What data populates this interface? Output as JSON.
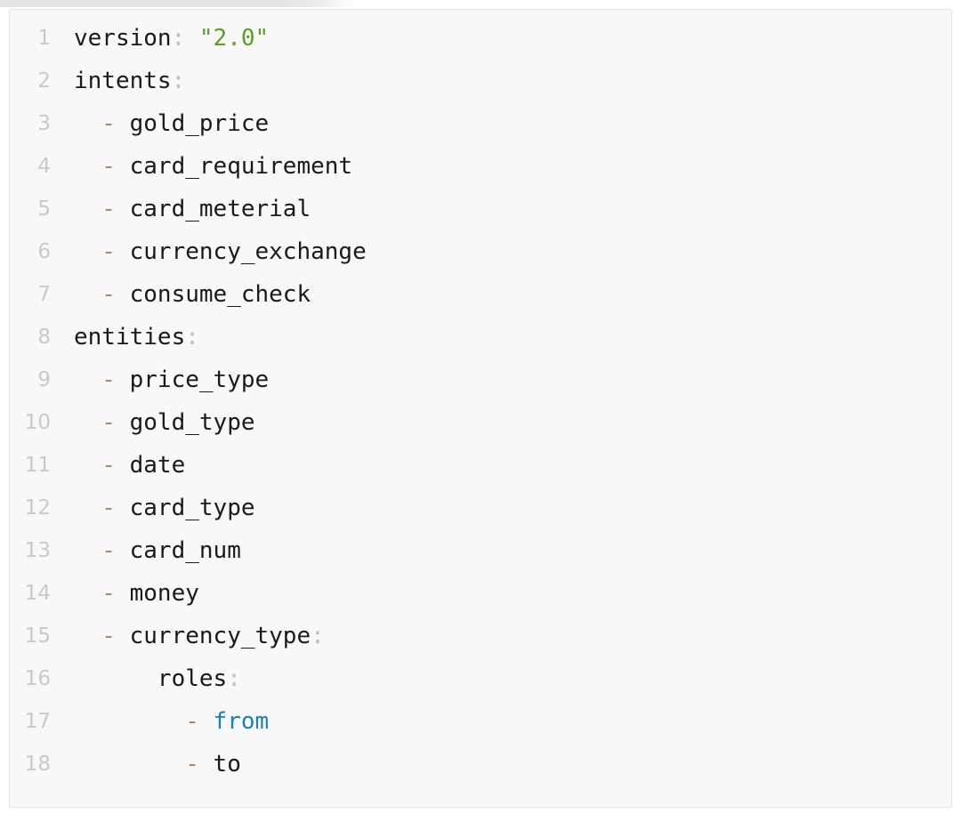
{
  "window": {
    "top_bar_fragment_present": true,
    "background": "#ffffff"
  },
  "editor": {
    "language": "yaml",
    "background": "#f8f8f8",
    "border_color": "#e4e4e4",
    "gutter_color": "#c9c9c9",
    "first_line": 1,
    "last_line": 18,
    "total_lines": 18,
    "colors": {
      "key": "#1a1a1a",
      "colon": "#bdbdbd",
      "dash": "#b3875c",
      "string": "#5c9e28",
      "keyword": "#1a7fc1",
      "plain": "#1a1a1a"
    },
    "lines": [
      {
        "number": "1",
        "tokens": [
          {
            "t": "version",
            "c": "key"
          },
          {
            "t": ":",
            "c": "colon"
          },
          {
            "t": " ",
            "c": "space"
          },
          {
            "t": "\"2.0\"",
            "c": "string"
          }
        ]
      },
      {
        "number": "2",
        "tokens": [
          {
            "t": "intents",
            "c": "key"
          },
          {
            "t": ":",
            "c": "colon"
          }
        ]
      },
      {
        "number": "3",
        "tokens": [
          {
            "t": "  ",
            "c": "space"
          },
          {
            "t": "-",
            "c": "dash"
          },
          {
            "t": " ",
            "c": "space"
          },
          {
            "t": "gold_price",
            "c": "plain"
          }
        ]
      },
      {
        "number": "4",
        "tokens": [
          {
            "t": "  ",
            "c": "space"
          },
          {
            "t": "-",
            "c": "dash"
          },
          {
            "t": " ",
            "c": "space"
          },
          {
            "t": "card_requirement",
            "c": "plain"
          }
        ]
      },
      {
        "number": "5",
        "tokens": [
          {
            "t": "  ",
            "c": "space"
          },
          {
            "t": "-",
            "c": "dash"
          },
          {
            "t": " ",
            "c": "space"
          },
          {
            "t": "card_meterial",
            "c": "plain"
          }
        ]
      },
      {
        "number": "6",
        "tokens": [
          {
            "t": "  ",
            "c": "space"
          },
          {
            "t": "-",
            "c": "dash"
          },
          {
            "t": " ",
            "c": "space"
          },
          {
            "t": "currency_exchange",
            "c": "plain"
          }
        ]
      },
      {
        "number": "7",
        "tokens": [
          {
            "t": "  ",
            "c": "space"
          },
          {
            "t": "-",
            "c": "dash"
          },
          {
            "t": " ",
            "c": "space"
          },
          {
            "t": "consume_check",
            "c": "plain"
          }
        ]
      },
      {
        "number": "8",
        "tokens": [
          {
            "t": "entities",
            "c": "key"
          },
          {
            "t": ":",
            "c": "colon"
          }
        ]
      },
      {
        "number": "9",
        "tokens": [
          {
            "t": "  ",
            "c": "space"
          },
          {
            "t": "-",
            "c": "dash"
          },
          {
            "t": " ",
            "c": "space"
          },
          {
            "t": "price_type",
            "c": "plain"
          }
        ]
      },
      {
        "number": "10",
        "tokens": [
          {
            "t": "  ",
            "c": "space"
          },
          {
            "t": "-",
            "c": "dash"
          },
          {
            "t": " ",
            "c": "space"
          },
          {
            "t": "gold_type",
            "c": "plain"
          }
        ]
      },
      {
        "number": "11",
        "tokens": [
          {
            "t": "  ",
            "c": "space"
          },
          {
            "t": "-",
            "c": "dash"
          },
          {
            "t": " ",
            "c": "space"
          },
          {
            "t": "date",
            "c": "plain"
          }
        ]
      },
      {
        "number": "12",
        "tokens": [
          {
            "t": "  ",
            "c": "space"
          },
          {
            "t": "-",
            "c": "dash"
          },
          {
            "t": " ",
            "c": "space"
          },
          {
            "t": "card_type",
            "c": "plain"
          }
        ]
      },
      {
        "number": "13",
        "tokens": [
          {
            "t": "  ",
            "c": "space"
          },
          {
            "t": "-",
            "c": "dash"
          },
          {
            "t": " ",
            "c": "space"
          },
          {
            "t": "card_num",
            "c": "plain"
          }
        ]
      },
      {
        "number": "14",
        "tokens": [
          {
            "t": "  ",
            "c": "space"
          },
          {
            "t": "-",
            "c": "dash"
          },
          {
            "t": " ",
            "c": "space"
          },
          {
            "t": "money",
            "c": "plain"
          }
        ]
      },
      {
        "number": "15",
        "tokens": [
          {
            "t": "  ",
            "c": "space"
          },
          {
            "t": "-",
            "c": "dash"
          },
          {
            "t": " ",
            "c": "space"
          },
          {
            "t": "currency_type",
            "c": "plain"
          },
          {
            "t": ":",
            "c": "colon"
          }
        ]
      },
      {
        "number": "16",
        "tokens": [
          {
            "t": "      ",
            "c": "space"
          },
          {
            "t": "roles",
            "c": "key"
          },
          {
            "t": ":",
            "c": "colon"
          }
        ]
      },
      {
        "number": "17",
        "tokens": [
          {
            "t": "        ",
            "c": "space"
          },
          {
            "t": "-",
            "c": "dash"
          },
          {
            "t": " ",
            "c": "space"
          },
          {
            "t": "from",
            "c": "keyword"
          }
        ]
      },
      {
        "number": "18",
        "tokens": [
          {
            "t": "        ",
            "c": "space"
          },
          {
            "t": "-",
            "c": "dash"
          },
          {
            "t": " ",
            "c": "space"
          },
          {
            "t": "to",
            "c": "plain"
          }
        ]
      }
    ]
  },
  "document_text": {
    "version": "2.0",
    "intents": [
      "gold_price",
      "card_requirement",
      "card_meterial",
      "currency_exchange",
      "consume_check"
    ],
    "entities": [
      "price_type",
      "gold_type",
      "date",
      "card_type",
      "card_num",
      "money",
      "currency_type"
    ],
    "currency_type_roles": [
      "from",
      "to"
    ]
  }
}
